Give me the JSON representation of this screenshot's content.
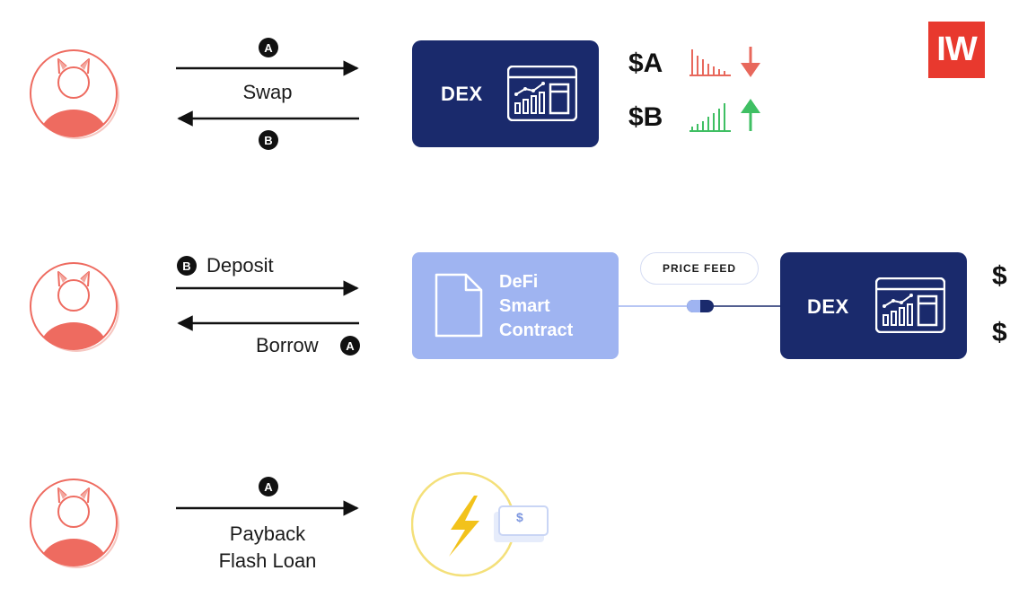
{
  "brand": {
    "logo_text": "IW",
    "color": "#e8392e"
  },
  "colors": {
    "dex_bg": "#1a2a6c",
    "defi_bg": "#9fb4f1",
    "avatar": "#ee6b60",
    "price_down": "#e8685c",
    "price_up": "#3fbf63",
    "flash_ring": "#f4e07a",
    "flash_bolt": "#f2c21b"
  },
  "row1": {
    "top_badge": "A",
    "arrow_label": "Swap",
    "bottom_badge": "B",
    "dex_label": "DEX",
    "token_a": "$A",
    "token_b": "$B",
    "token_a_trend": "down-arrow-icon",
    "token_b_trend": "up-arrow-icon"
  },
  "row2": {
    "deposit_badge": "B",
    "deposit_label": "Deposit",
    "borrow_label": "Borrow",
    "borrow_badge": "A",
    "contract_line1": "DeFi",
    "contract_line2": "Smart",
    "contract_line3": "Contract",
    "price_feed": "PRICE FEED",
    "dex_label": "DEX",
    "token_a_partial": "$",
    "token_b_partial": "$"
  },
  "row3": {
    "top_badge": "A",
    "label_line1": "Payback",
    "label_line2": "Flash Loan",
    "dollar_symbol": "$"
  }
}
